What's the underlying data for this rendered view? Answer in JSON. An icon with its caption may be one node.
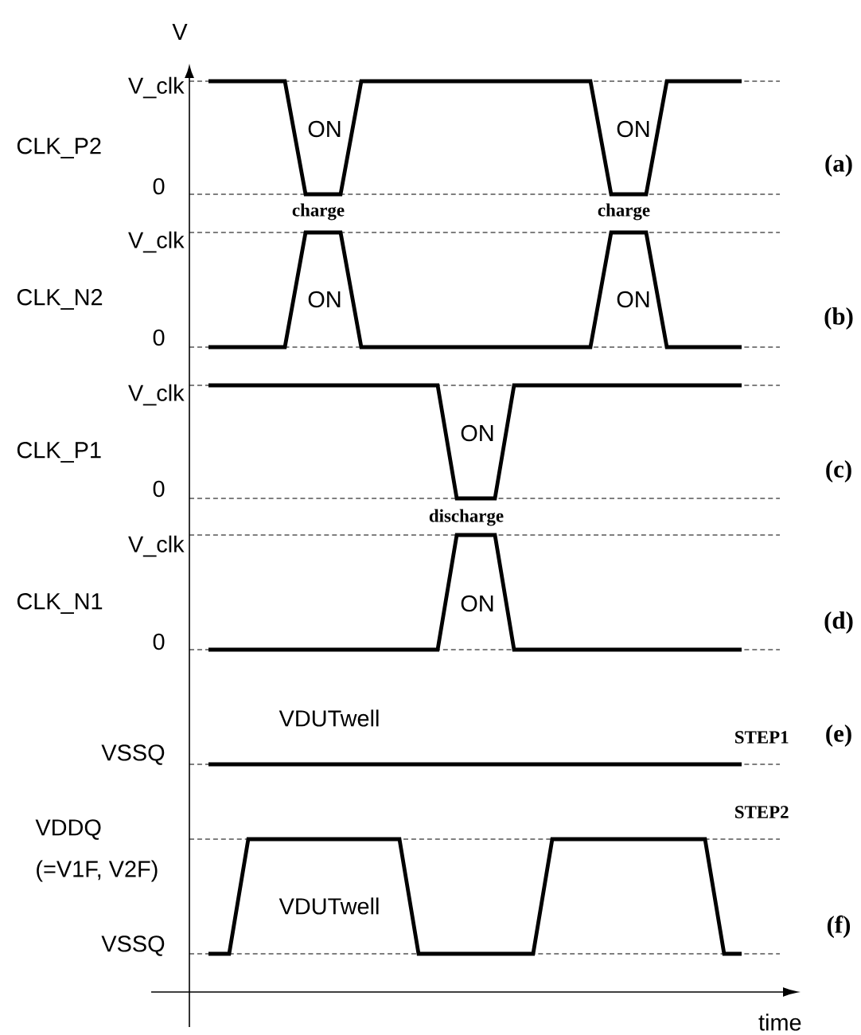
{
  "diagram": {
    "labels": [
      "V",
      "V_clk",
      "CLK_P2",
      "ON",
      "ON",
      "(a)",
      "0",
      "charge",
      "charge",
      "V_clk",
      "CLK_N2",
      "ON",
      "ON",
      "(b)",
      "0",
      "V_clk",
      "CLK_P1",
      "ON",
      "(c)",
      "0",
      "discharge",
      "V_clk",
      "CLK_N1",
      "ON",
      "(d)",
      "0",
      "VDUTwell",
      "STEP1",
      "(e)",
      "VSSQ",
      "STEP2",
      "VDDQ",
      "(=V1F, V2F)",
      "VDUTwell",
      "(f)",
      "VSSQ",
      "time"
    ]
  }
}
